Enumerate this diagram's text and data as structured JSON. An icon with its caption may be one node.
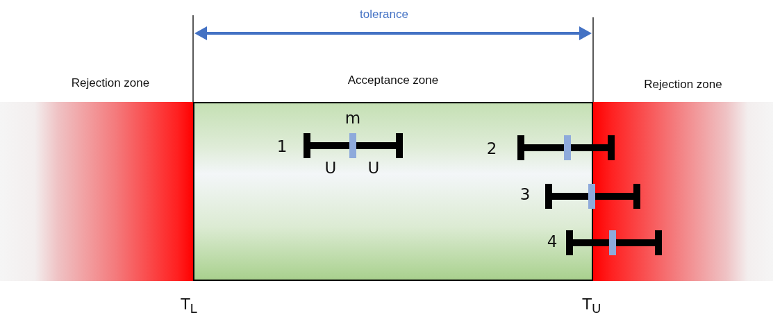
{
  "diagram": {
    "nodes": [
      {
        "text": [
          "Rejection zone"
        ]
      },
      {
        "text": [
          "Acceptance zone"
        ]
      },
      {
        "text": [
          "Rejection zone"
        ]
      }
    ],
    "edges": [],
    "labels": [
      "tolerance",
      "m",
      "1",
      "U",
      "U",
      "2",
      "3",
      "4",
      "T$_{L}$",
      "T$_{U}$"
    ]
  }
}
